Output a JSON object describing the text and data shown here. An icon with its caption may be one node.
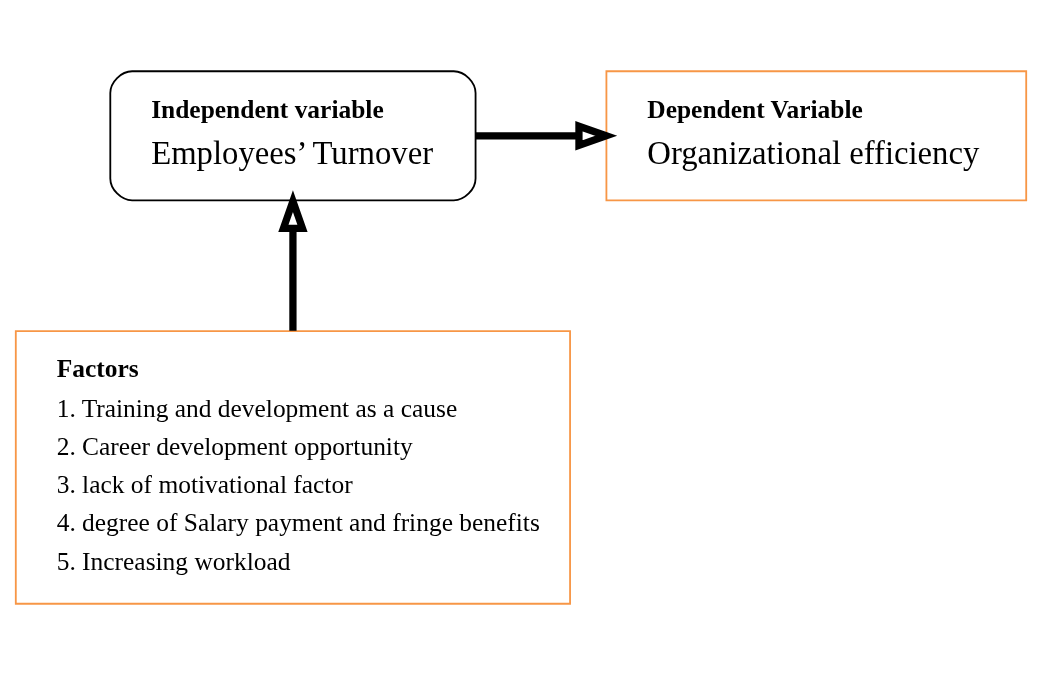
{
  "diagram": {
    "nodes": [
      {
        "text": [
          "Independent variable",
          "Employees’ Turnover"
        ]
      },
      {
        "text": [
          "Dependent Variable",
          "Organizational efficiency"
        ]
      },
      {
        "text": [
          "Factors",
          "1. Training and development as a cause",
          "2. Career development opportunity",
          "3. lack of motivational factor",
          "4. degree of Salary payment and fringe benefits",
          "5. Increasing workload"
        ]
      }
    ],
    "edges": [
      {
        "from": 0,
        "to": 1,
        "arrow": "to"
      },
      {
        "from": 2,
        "to": 0,
        "arrow": "to"
      }
    ]
  }
}
